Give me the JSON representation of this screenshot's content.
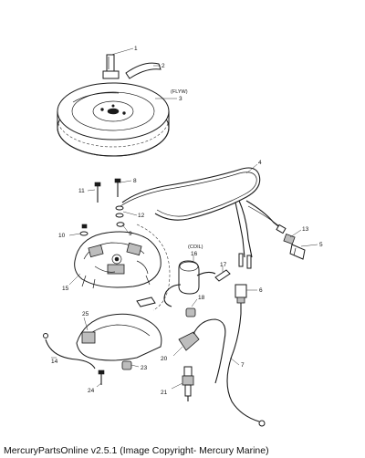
{
  "callouts": {
    "c1": "1",
    "c2": "2",
    "c3": "3",
    "c4": "4",
    "c5": "5",
    "c6": "6",
    "c7": "7",
    "c8": "8",
    "c9": "9",
    "c10": "10",
    "c11": "11",
    "c12": "12",
    "c13": "13",
    "c14": "14",
    "c15": "15",
    "c16": "16",
    "c17": "17",
    "c18": "18",
    "c20": "20",
    "c21": "21",
    "c23": "23",
    "c24": "24",
    "c25": "25"
  },
  "tags": {
    "flywheel": "(FLYW)",
    "coil": "(COIL)"
  },
  "caption": "MercuryPartsOnline v2.5.1 (Image Copyright- Mercury Marine)"
}
